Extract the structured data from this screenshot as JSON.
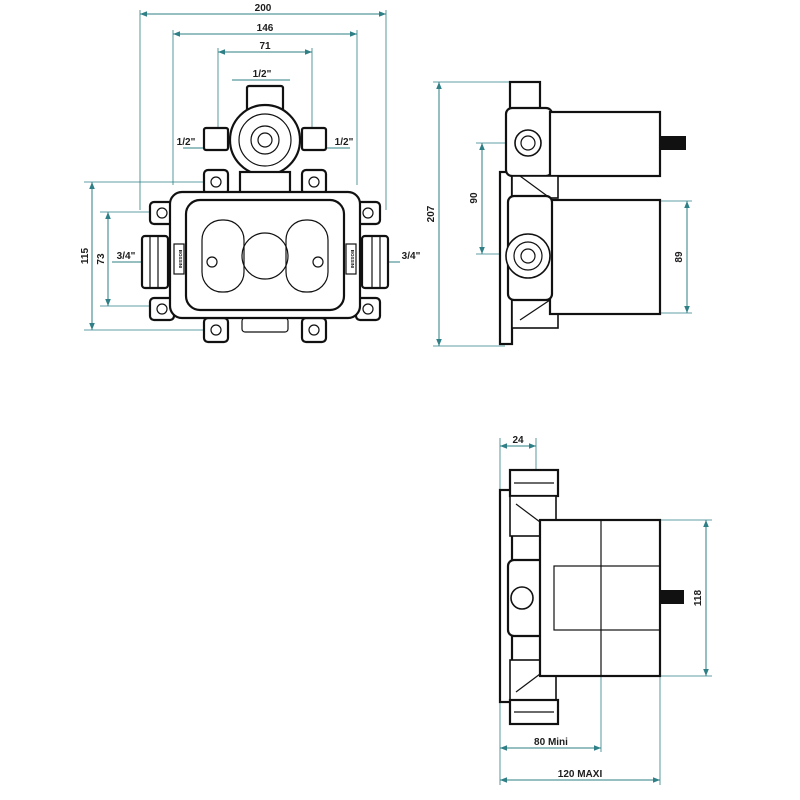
{
  "front_view": {
    "dims": {
      "overall_width": "200",
      "inner_width": "146",
      "top_inlet_spacing": "71",
      "overall_height": "115",
      "inner_height": "73"
    },
    "threads": {
      "top": "1/2\"",
      "left_upper": "1/2\"",
      "right_upper": "1/2\"",
      "left_side": "3/4\"",
      "right_side": "3/4\""
    },
    "body_marking": "BOSSINI"
  },
  "side_view": {
    "dims": {
      "overall_height": "207",
      "inlet_spacing": "90",
      "cover_height": "89"
    }
  },
  "top_view": {
    "dims": {
      "flange_depth": "24",
      "height": "118",
      "min_depth": "80 Mini",
      "max_depth": "120 MAXI"
    }
  }
}
